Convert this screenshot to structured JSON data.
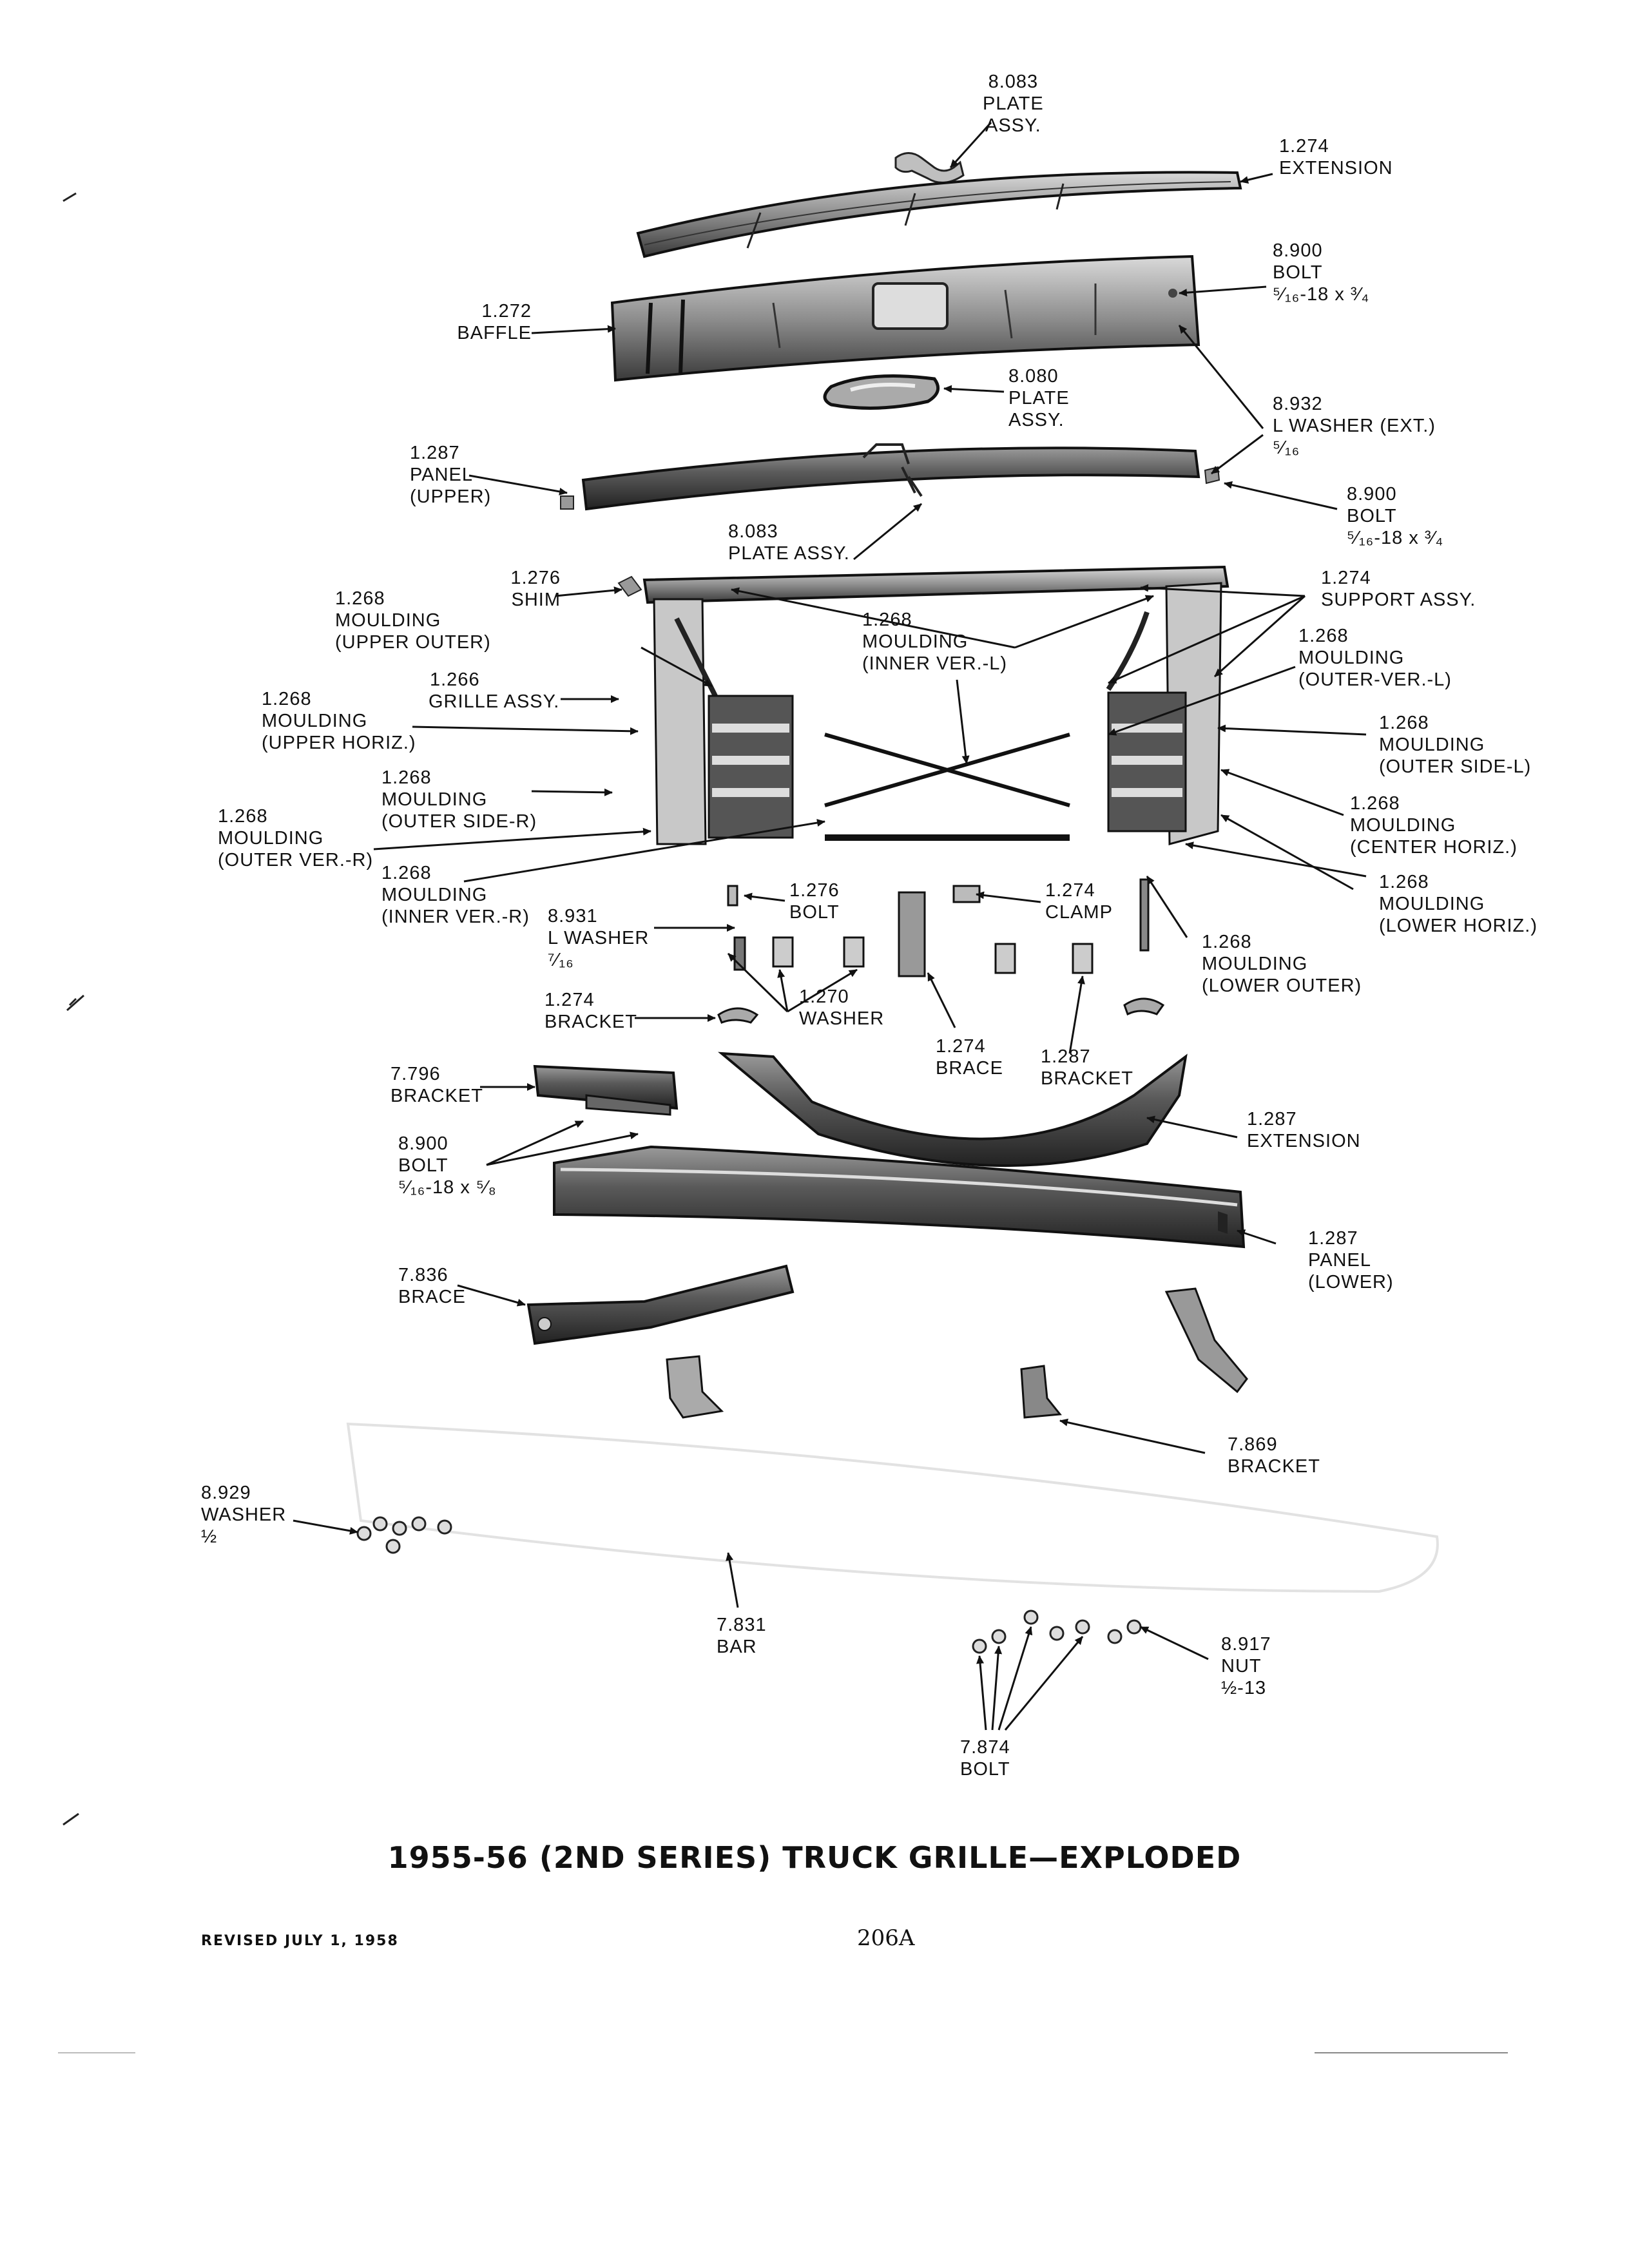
{
  "document": {
    "title": "1955-56 (2ND SERIES) TRUCK GRILLE—EXPLODED",
    "revised": "REVISED JULY 1, 1958",
    "page_number": "206A"
  },
  "callouts": [
    {
      "id": "plate-assy-top",
      "lines": [
        "8.083",
        "PLATE",
        "ASSY."
      ]
    },
    {
      "id": "extension-top",
      "lines": [
        "1.274",
        "EXTENSION"
      ]
    },
    {
      "id": "bolt-upper",
      "lines": [
        "8.900",
        "BOLT",
        "⁵⁄₁₆-18 x ³⁄₄"
      ]
    },
    {
      "id": "baffle",
      "lines": [
        "1.272",
        "BAFFLE"
      ]
    },
    {
      "id": "plate-assy-mid",
      "lines": [
        "8.080",
        "PLATE",
        "ASSY."
      ]
    },
    {
      "id": "l-washer-ext",
      "lines": [
        "8.932",
        "L WASHER (EXT.)",
        "⁵⁄₁₆"
      ]
    },
    {
      "id": "panel-upper",
      "lines": [
        "1.287",
        "PANEL",
        "(UPPER)"
      ]
    },
    {
      "id": "bolt-right",
      "lines": [
        "8.900",
        "BOLT",
        "⁵⁄₁₆-18 x ³⁄₄"
      ]
    },
    {
      "id": "plate-assy-low",
      "lines": [
        "8.083",
        "PLATE ASSY."
      ]
    },
    {
      "id": "shim",
      "lines": [
        "1.276",
        "SHIM"
      ]
    },
    {
      "id": "support-assy",
      "lines": [
        "1.274",
        "SUPPORT ASSY."
      ]
    },
    {
      "id": "moulding-upper-outer",
      "lines": [
        "1.268",
        "MOULDING",
        "(UPPER OUTER)"
      ]
    },
    {
      "id": "moulding-inner-ver-l",
      "lines": [
        "1.268",
        "MOULDING",
        "(INNER VER.-L)"
      ]
    },
    {
      "id": "moulding-outer-ver-l",
      "lines": [
        "1.268",
        "MOULDING",
        "(OUTER-VER.-L)"
      ]
    },
    {
      "id": "grille-assy",
      "lines": [
        "1.266",
        "GRILLE ASSY."
      ]
    },
    {
      "id": "moulding-upper-horiz",
      "lines": [
        "1.268",
        "MOULDING",
        "(UPPER HORIZ.)"
      ]
    },
    {
      "id": "moulding-outer-side-l",
      "lines": [
        "1.268",
        "MOULDING",
        "(OUTER SIDE-L)"
      ]
    },
    {
      "id": "moulding-outer-side-r",
      "lines": [
        "1.268",
        "MOULDING",
        "(OUTER SIDE-R)"
      ]
    },
    {
      "id": "moulding-center-horiz",
      "lines": [
        "1.268",
        "MOULDING",
        "(CENTER HORIZ.)"
      ]
    },
    {
      "id": "moulding-outer-ver-r",
      "lines": [
        "1.268",
        "MOULDING",
        "(OUTER VER.-R)"
      ]
    },
    {
      "id": "moulding-lower-horiz",
      "lines": [
        "1.268",
        "MOULDING",
        "(LOWER HORIZ.)"
      ]
    },
    {
      "id": "moulding-inner-ver-r",
      "lines": [
        "1.268",
        "MOULDING",
        "(INNER VER.-R)"
      ]
    },
    {
      "id": "bolt-center",
      "lines": [
        "1.276",
        "BOLT"
      ]
    },
    {
      "id": "clamp",
      "lines": [
        "1.274",
        "CLAMP"
      ]
    },
    {
      "id": "l-washer-7-16",
      "lines": [
        "8.931",
        "L WASHER",
        "⁷⁄₁₆"
      ]
    },
    {
      "id": "moulding-lower-outer",
      "lines": [
        "1.268",
        "MOULDING",
        "(LOWER OUTER)"
      ]
    },
    {
      "id": "bracket-left-small",
      "lines": [
        "1.274",
        "BRACKET"
      ]
    },
    {
      "id": "washer-center",
      "lines": [
        "1.270",
        "WASHER"
      ]
    },
    {
      "id": "brace-center",
      "lines": [
        "1.274",
        "BRACE"
      ]
    },
    {
      "id": "bracket-center",
      "lines": [
        "1.287",
        "BRACKET"
      ]
    },
    {
      "id": "bracket-7796",
      "lines": [
        "7.796",
        "BRACKET"
      ]
    },
    {
      "id": "extension-lower",
      "lines": [
        "1.287",
        "EXTENSION"
      ]
    },
    {
      "id": "bolt-lower",
      "lines": [
        "8.900",
        "BOLT",
        "⁵⁄₁₆-18 x ⁵⁄₈"
      ]
    },
    {
      "id": "panel-lower",
      "lines": [
        "1.287",
        "PANEL",
        "(LOWER)"
      ]
    },
    {
      "id": "brace-7836",
      "lines": [
        "7.836",
        "BRACE"
      ]
    },
    {
      "id": "bracket-7869",
      "lines": [
        "7.869",
        "BRACKET"
      ]
    },
    {
      "id": "washer-8929",
      "lines": [
        "8.929",
        "WASHER",
        "½"
      ]
    },
    {
      "id": "bar",
      "lines": [
        "7.831",
        "BAR"
      ]
    },
    {
      "id": "nut",
      "lines": [
        "8.917",
        "NUT",
        "½-13"
      ]
    },
    {
      "id": "bolt-7874",
      "lines": [
        "7.874",
        "BOLT"
      ]
    }
  ]
}
